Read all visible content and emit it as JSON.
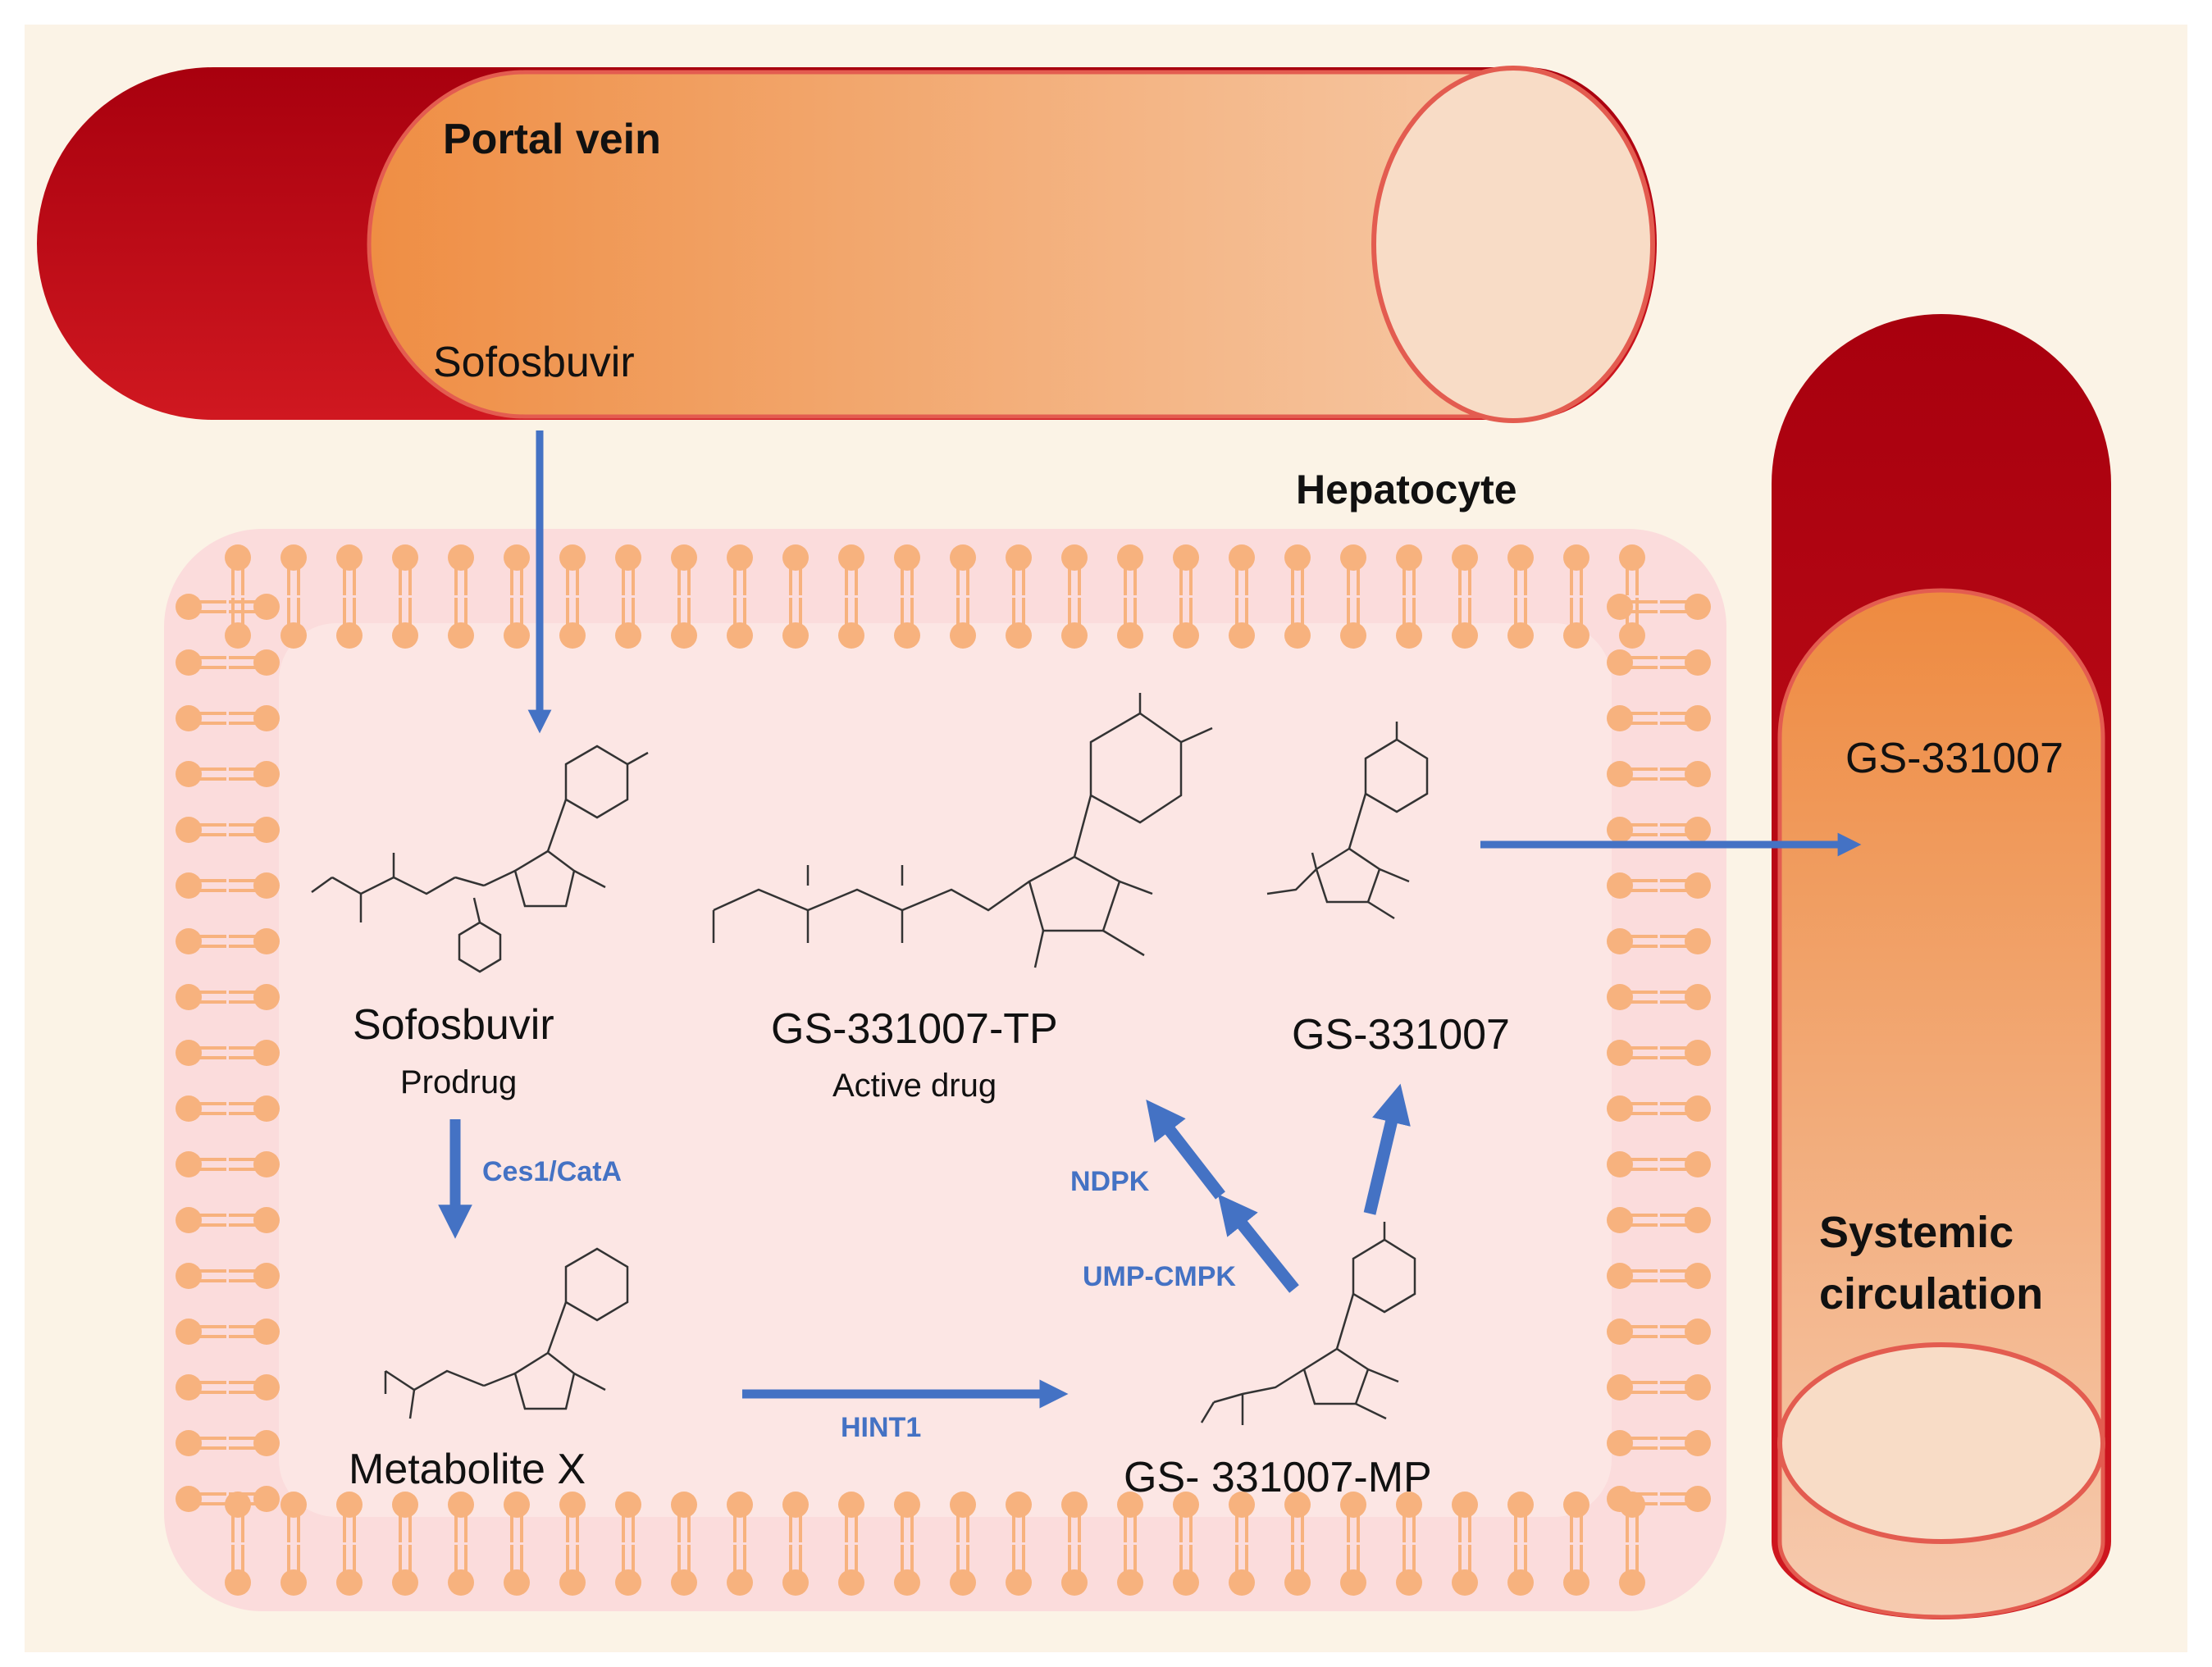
{
  "labels": {
    "portal_vein": "Portal vein",
    "portal_sofosbuvir": "Sofosbuvir",
    "hepatocyte": "Hepatocyte",
    "systemic_circulation_line1": "Systemic",
    "systemic_circulation_line2": "circulation",
    "systemic_gs": "GS-331007"
  },
  "compounds": {
    "sofosbuvir": {
      "name": "Sofosbuvir",
      "role": "Prodrug"
    },
    "metabolite_x": {
      "name": "Metabolite X"
    },
    "gs_tp": {
      "name": "GS-331007-TP",
      "role": "Active drug"
    },
    "gs": {
      "name": "GS-331007"
    },
    "gs_mp": {
      "name": "GS- 331007-MP"
    }
  },
  "enzymes": {
    "ces1_cata": "Ces1/CatA",
    "hint1": "HINT1",
    "ndpk": "NDPK",
    "ump_cmpk": "UMP-CMPK"
  },
  "colors": {
    "background": "#fbf3e6",
    "vessel_red": "#c0101a",
    "vessel_orange": "#f0924a",
    "membrane": "#f7b27e",
    "cytoplasm": "#fbe3e1",
    "arrow_blue": "#4472c4"
  }
}
